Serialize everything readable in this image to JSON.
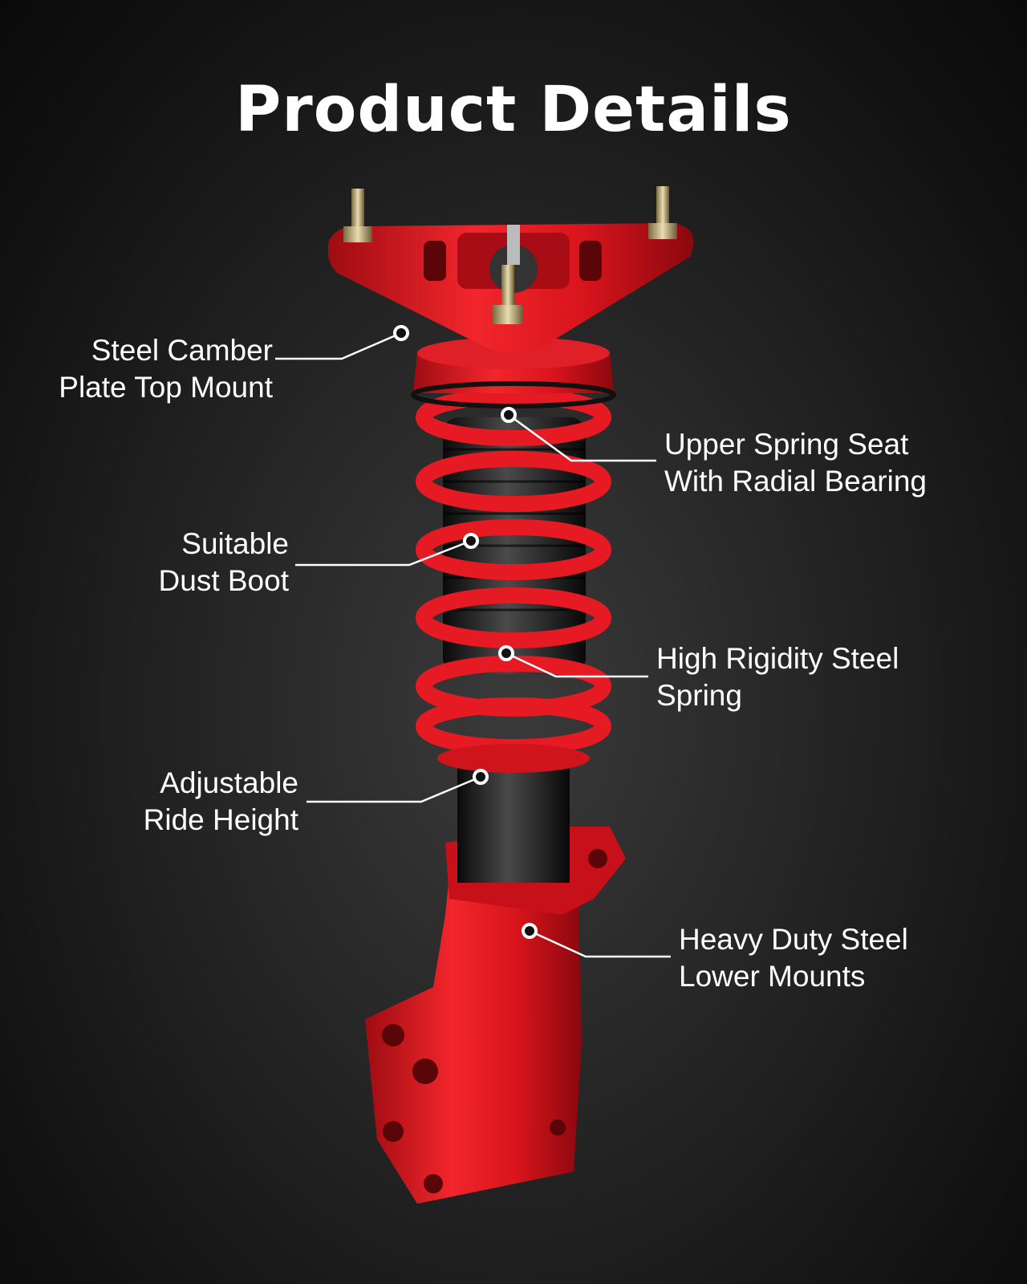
{
  "title": "Product Details",
  "accent_color": "#e0141e",
  "labels": {
    "camber_plate": {
      "line1": "Steel Camber",
      "line2": "Plate Top Mount"
    },
    "upper_seat": {
      "line1": "Upper Spring Seat",
      "line2": "With Radial Bearing"
    },
    "dust_boot": {
      "line1": "Suitable",
      "line2": "Dust Boot"
    },
    "spring": {
      "line1": "High Rigidity Steel",
      "line2": "Spring"
    },
    "ride_height": {
      "line1": "Adjustable",
      "line2": "Ride Height"
    },
    "lower_mounts": {
      "line1": "Heavy Duty Steel",
      "line2": "Lower Mounts"
    }
  }
}
